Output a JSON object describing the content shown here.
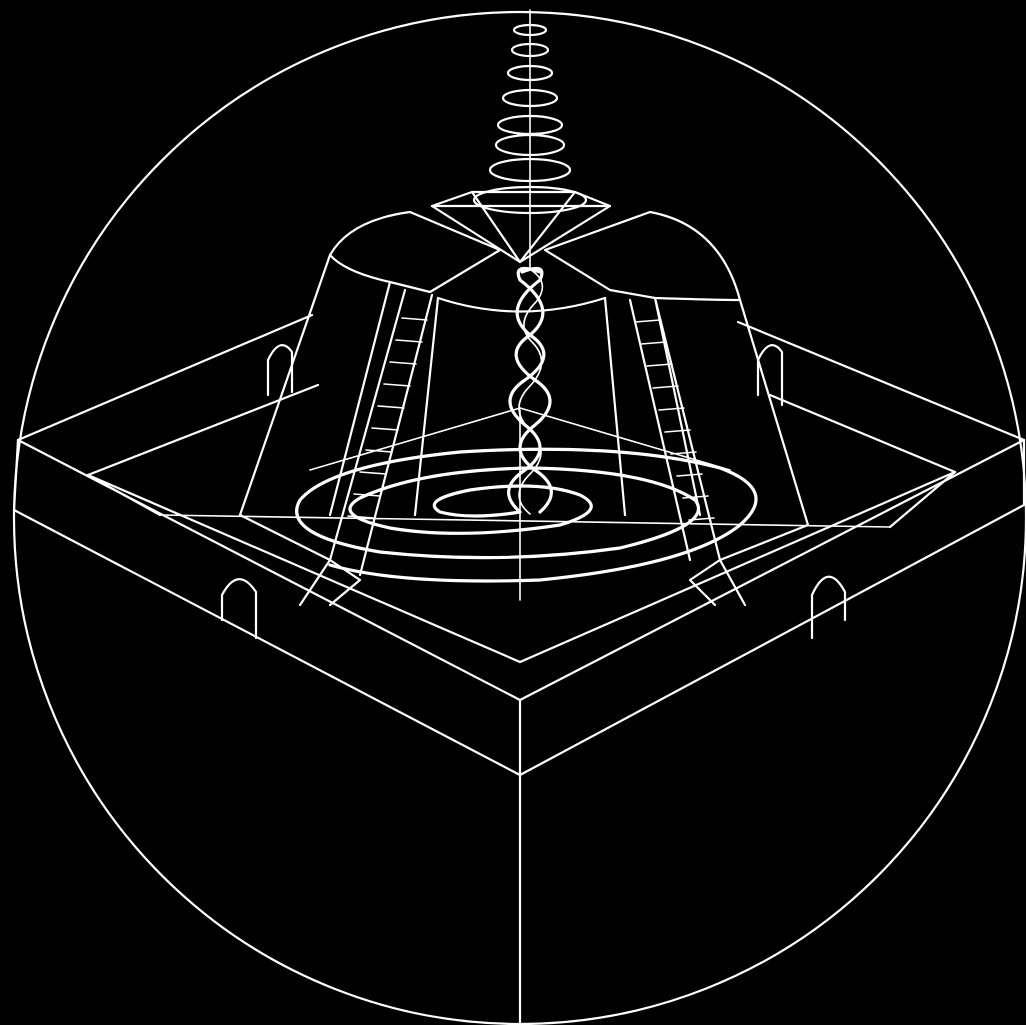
{
  "palette": {
    "background": "#000000",
    "line": "#ffffff"
  },
  "diagram": {
    "elements": [
      "outer-circle",
      "vertical-axis",
      "stacked-rings",
      "square-platform",
      "four-lobed-dome",
      "ladders",
      "double-helix",
      "spiral",
      "arched-niches"
    ]
  }
}
